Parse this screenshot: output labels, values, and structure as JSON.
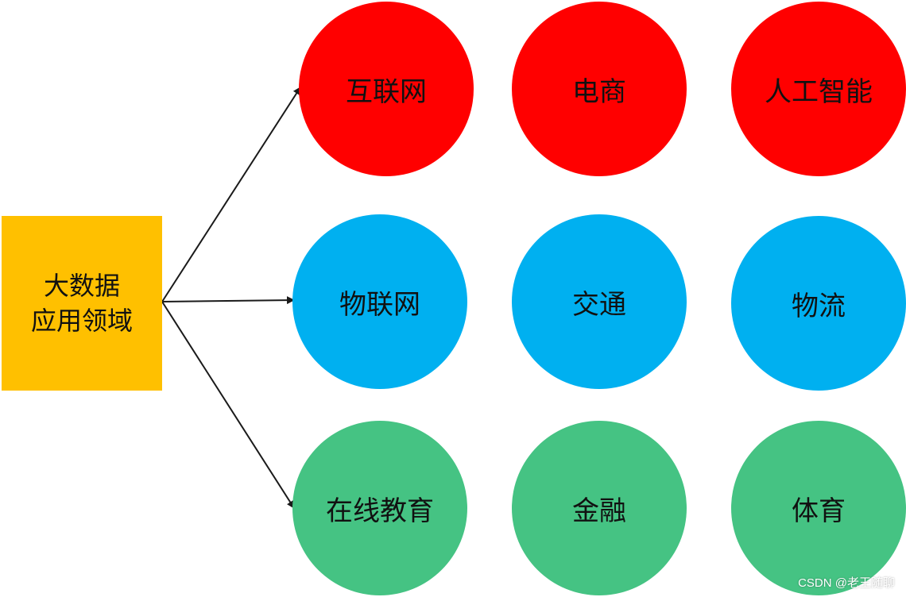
{
  "root": {
    "line1": "大数据",
    "line2": "应用领域",
    "color": "#FFC000"
  },
  "colors": {
    "red": "#FF0000",
    "blue": "#00B0F0",
    "green": "#45C383",
    "arrow": "#1a1a1a"
  },
  "rows": [
    {
      "color_key": "red",
      "items": [
        "互联网",
        "电商",
        "人工智能"
      ]
    },
    {
      "color_key": "blue",
      "items": [
        "物联网",
        "交通",
        "物流"
      ]
    },
    {
      "color_key": "green",
      "items": [
        "在线教育",
        "金融",
        "体育"
      ]
    }
  ],
  "watermark": "CSDN @老王随聊"
}
